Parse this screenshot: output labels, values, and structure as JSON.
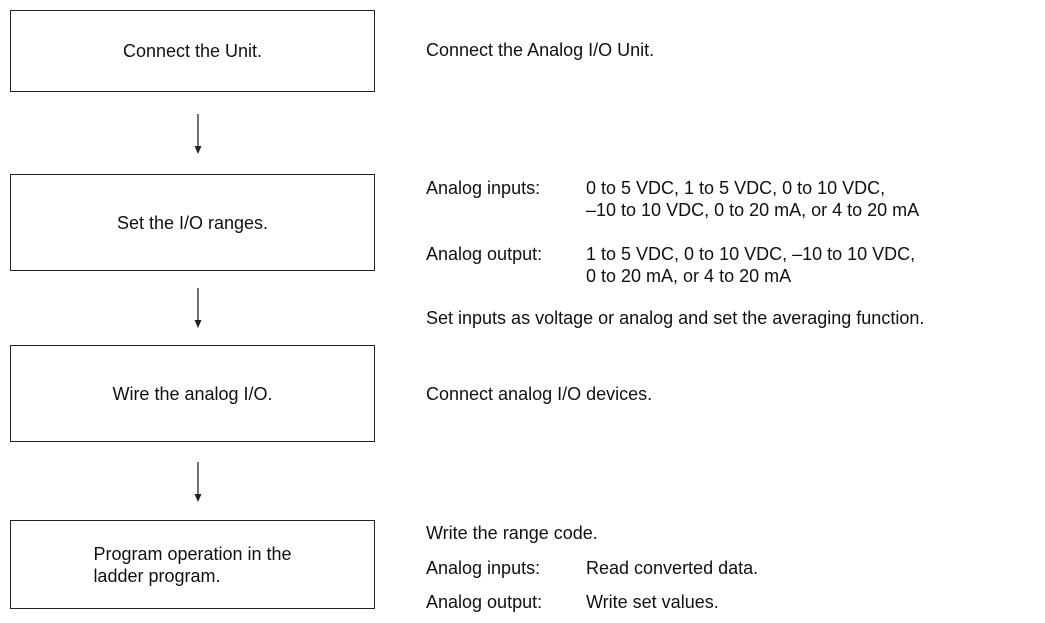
{
  "steps": [
    {
      "label": "Connect the Unit.",
      "description": "Connect the Analog I/O Unit."
    },
    {
      "label": "Set the I/O ranges.",
      "inputs_label": "Analog inputs:",
      "inputs_line1": "0 to 5 VDC, 1 to 5 VDC, 0 to 10 VDC,",
      "inputs_line2": "–10 to 10 VDC, 0 to 20 mA, or 4 to 20 mA",
      "output_label": "Analog output:",
      "output_line1": "1 to 5 VDC, 0 to 10 VDC, –10 to 10 VDC,",
      "output_line2": "0 to 20 mA, or 4 to 20 mA",
      "note": "Set inputs as voltage or analog and set the averaging function."
    },
    {
      "label": "Wire the analog I/O.",
      "description": "Connect analog I/O devices."
    },
    {
      "label_line1": "Program operation in the",
      "label_line2": "ladder program.",
      "line1": "Write the range code.",
      "inputs_label": "Analog inputs:",
      "inputs_value": "Read converted data.",
      "output_label": "Analog output:",
      "output_value": "Write set values."
    }
  ]
}
